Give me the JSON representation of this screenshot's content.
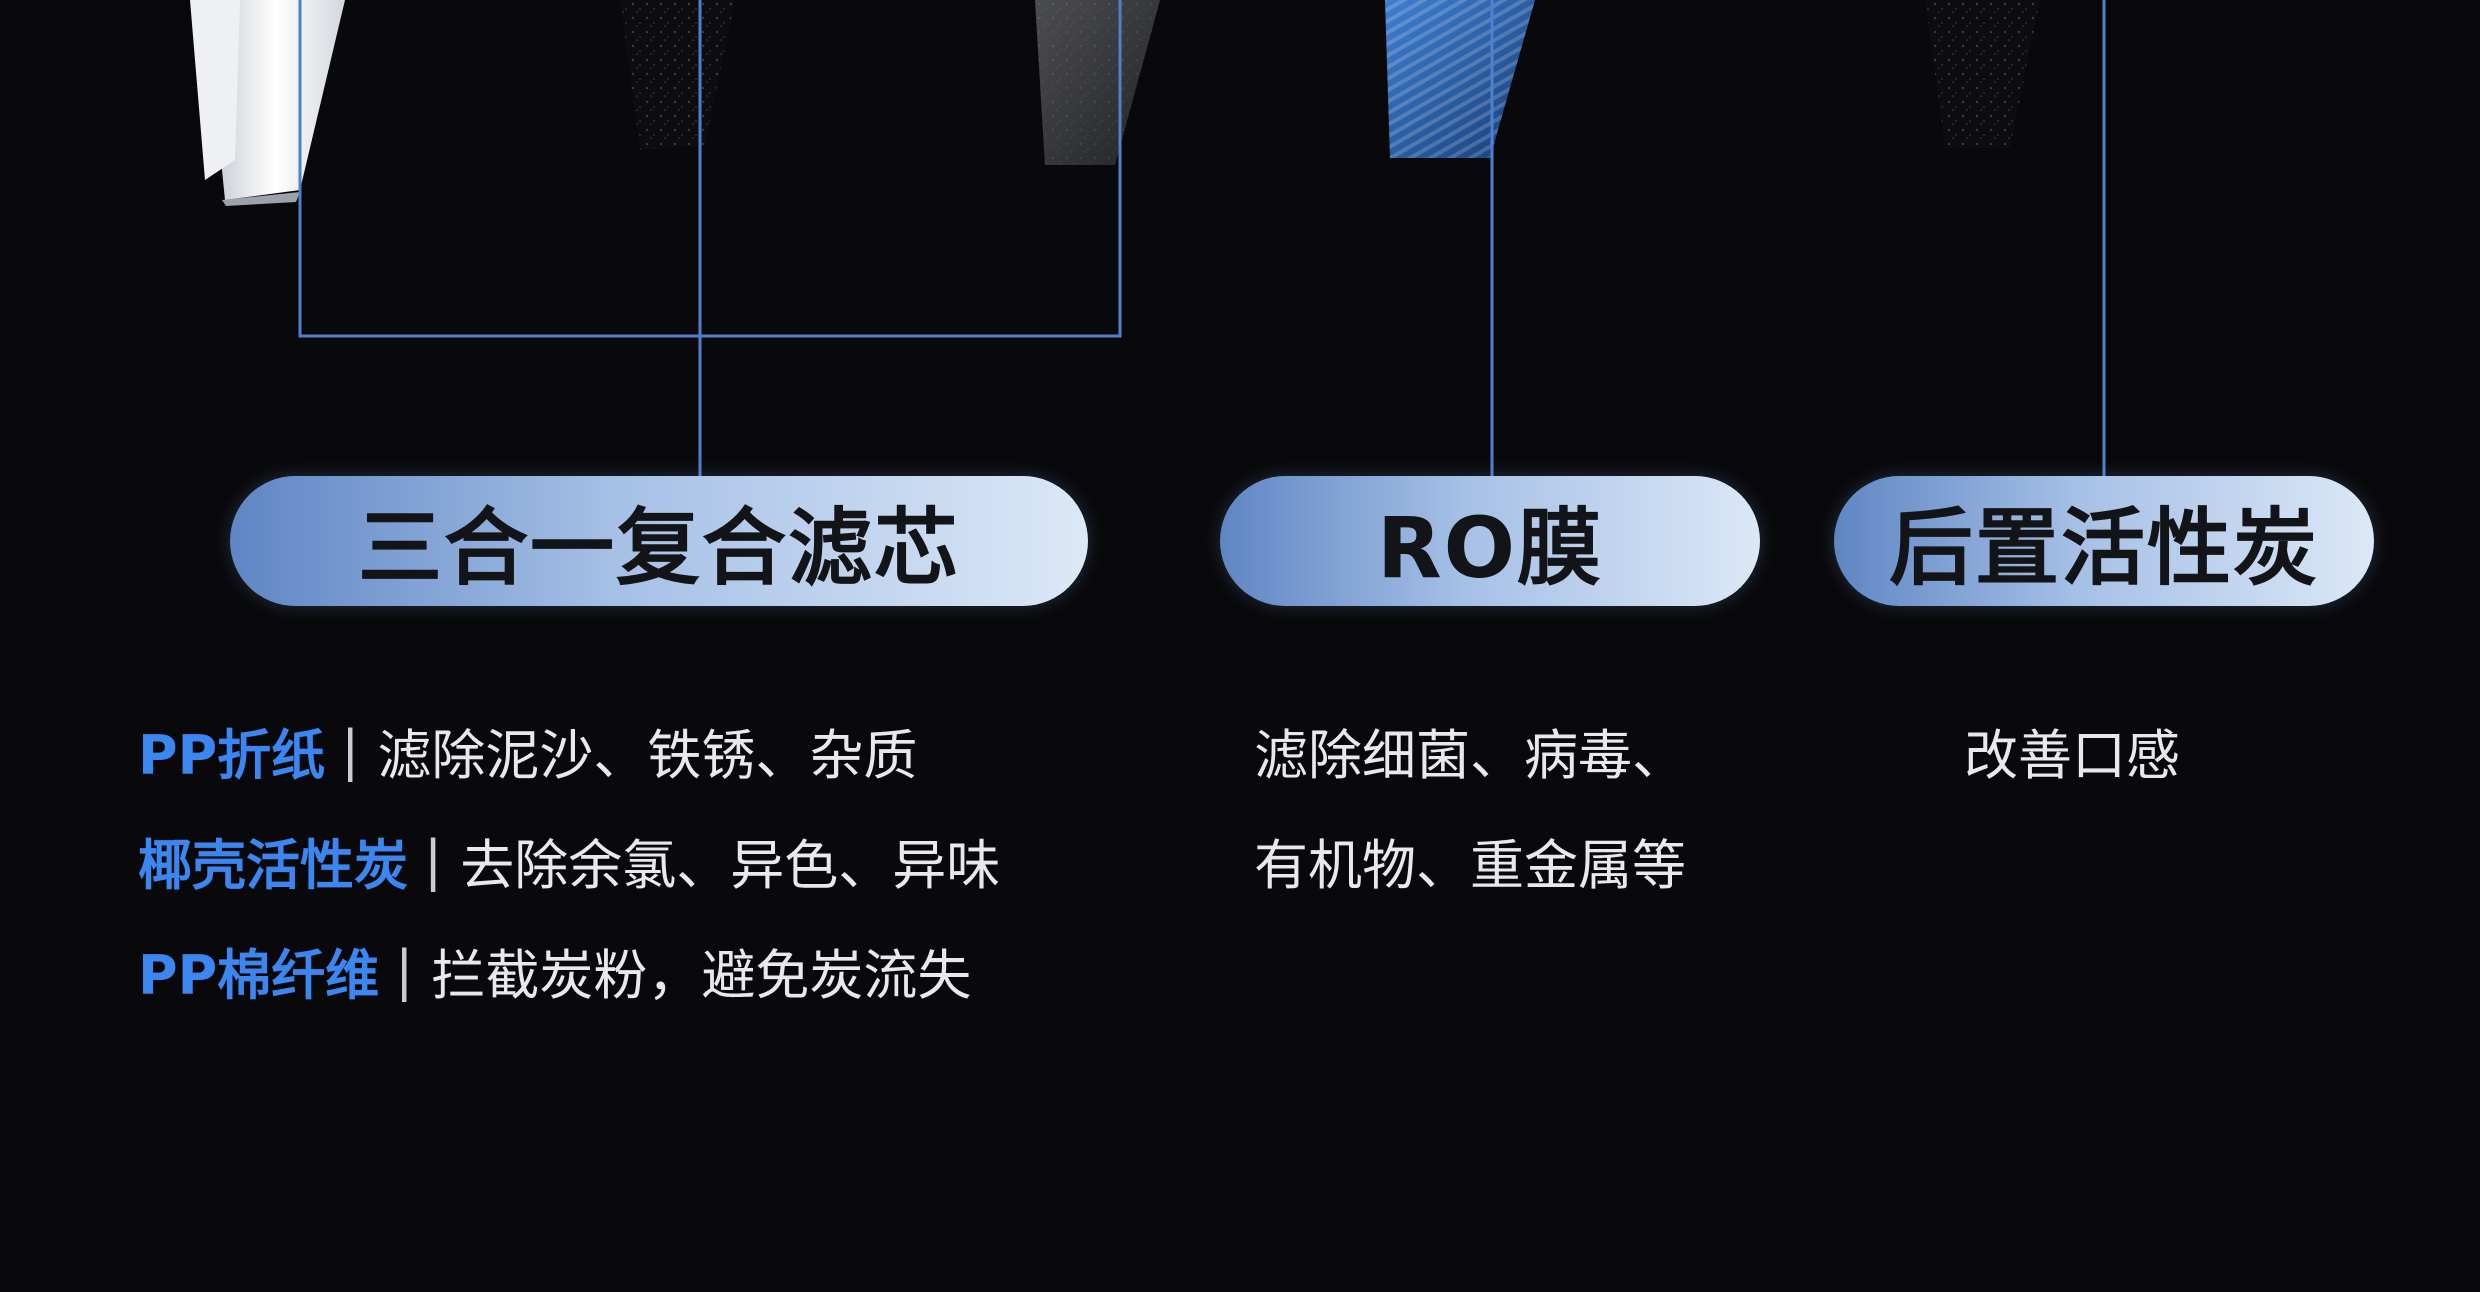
{
  "colors": {
    "background": "#09090b",
    "accent_blue": "#3b86f0",
    "connector_line": "#4f7fd1",
    "pill_gradient_start": "#5f86c4",
    "pill_gradient_end": "#dbe8f7",
    "pill_text": "#121418",
    "body_text": "#e7e9ee"
  },
  "stages": [
    {
      "label": "三合一复合滤芯",
      "details": [
        {
          "term": "PP折纸",
          "separator": "|",
          "desc": "滤除泥沙、铁锈、杂质"
        },
        {
          "term": "椰壳活性炭",
          "separator": "|",
          "desc": "去除余氯、异色、异味"
        },
        {
          "term": "PP棉纤维",
          "separator": "|",
          "desc": "拦截炭粉，避免炭流失"
        }
      ]
    },
    {
      "label": "RO膜",
      "details": [
        {
          "desc": "滤除细菌、病毒、"
        },
        {
          "desc": "有机物、重金属等"
        }
      ]
    },
    {
      "label": "后置活性炭",
      "details": [
        {
          "desc": "改善口感"
        }
      ]
    }
  ]
}
